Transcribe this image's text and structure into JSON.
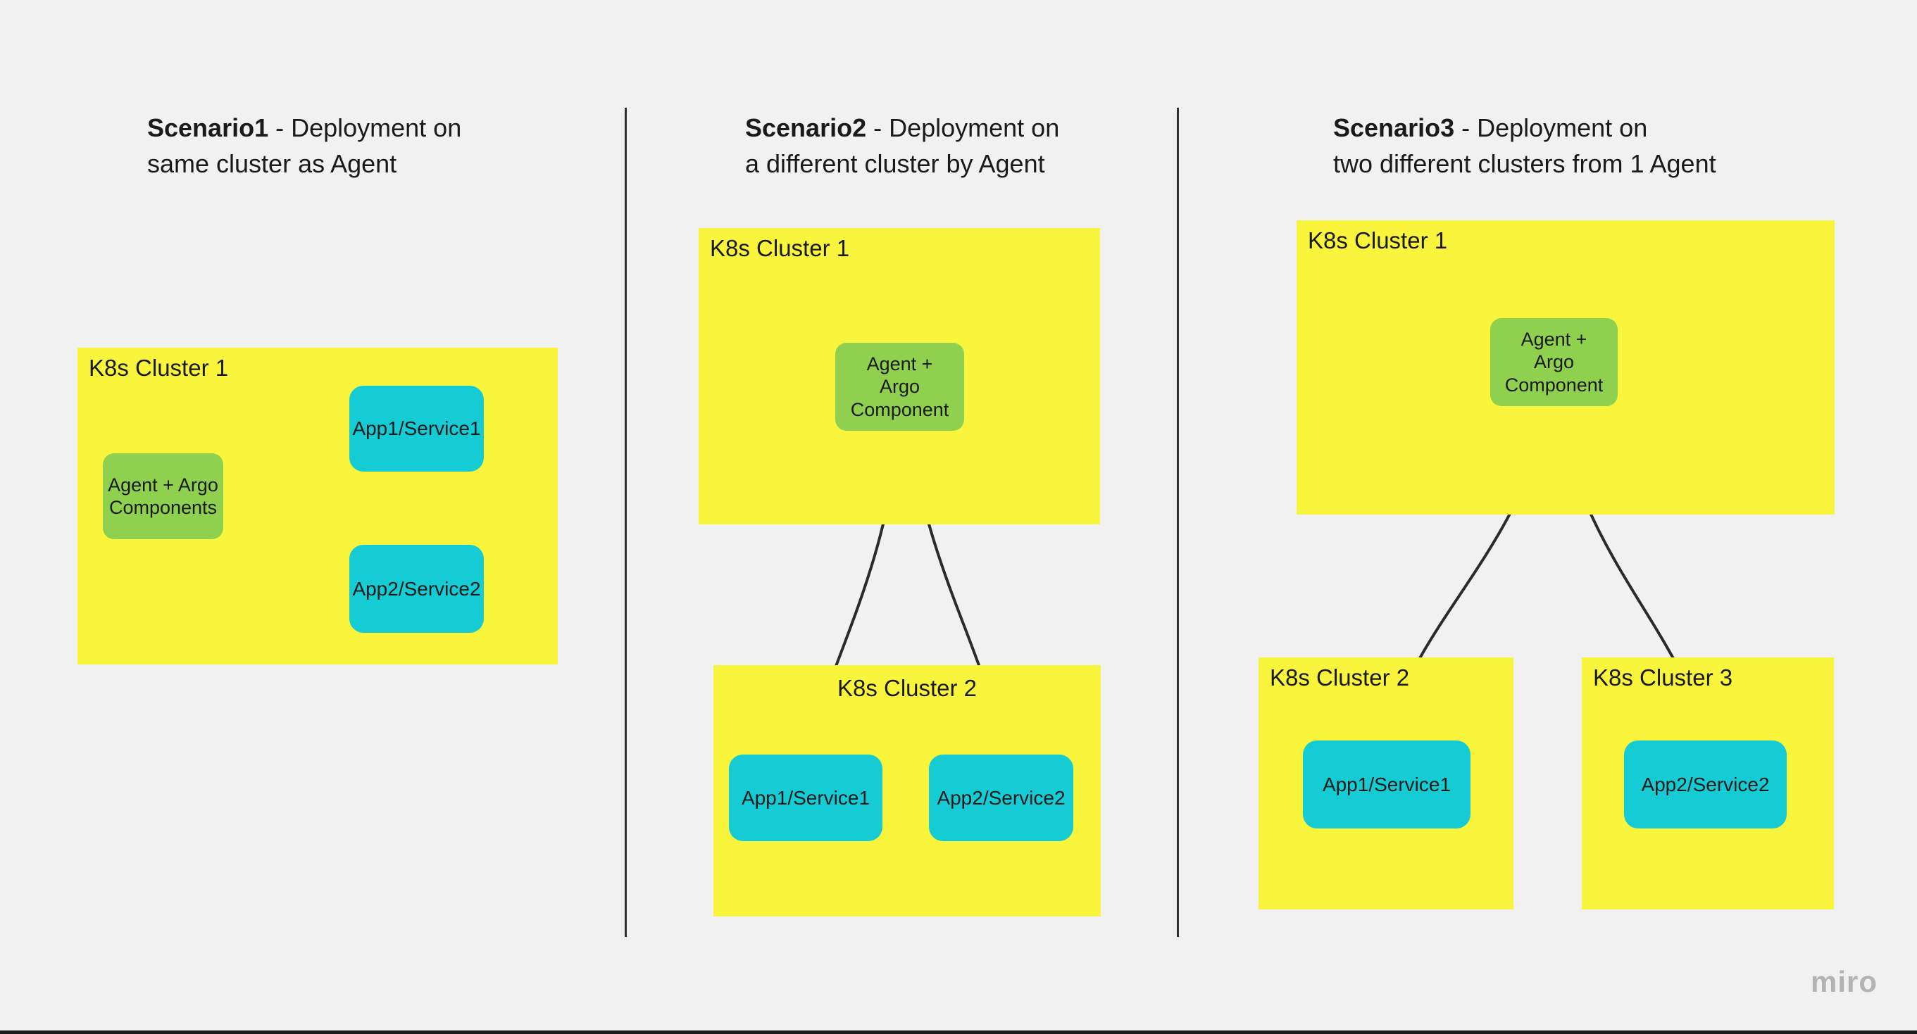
{
  "canvas": {
    "watermark": "miro"
  },
  "colors": {
    "background": "#f1f1f1",
    "cluster_fill": "#f8f53c",
    "agent_fill": "#8fd14f",
    "app_fill": "#15ccd4",
    "arrow": "#2b2b2b",
    "text": "#1a1a1a",
    "watermark": "#b3b3b3"
  },
  "scenarios": {
    "s1": {
      "title_bold": "Scenario1",
      "title_rest": " - Deployment on\nsame cluster as Agent",
      "cluster1_label": "K8s Cluster 1",
      "agent_label": "Agent + Argo\nComponents",
      "app1_label": "App1/Service1",
      "app2_label": "App2/Service2"
    },
    "s2": {
      "title_bold": "Scenario2",
      "title_rest": " - Deployment on\na different cluster by Agent",
      "cluster1_label": "K8s Cluster 1",
      "cluster2_label": "K8s Cluster 2",
      "agent_label": "Agent +\nArgo\nComponent",
      "app1_label": "App1/Service1",
      "app2_label": "App2/Service2"
    },
    "s3": {
      "title_bold": "Scenario3",
      "title_rest": " - Deployment on\ntwo different clusters from 1 Agent",
      "cluster1_label": "K8s Cluster 1",
      "cluster2_label": "K8s Cluster 2",
      "cluster3_label": "K8s Cluster 3",
      "agent_label": "Agent +\nArgo\nComponent",
      "app1_label": "App1/Service1",
      "app2_label": "App2/Service2"
    }
  }
}
